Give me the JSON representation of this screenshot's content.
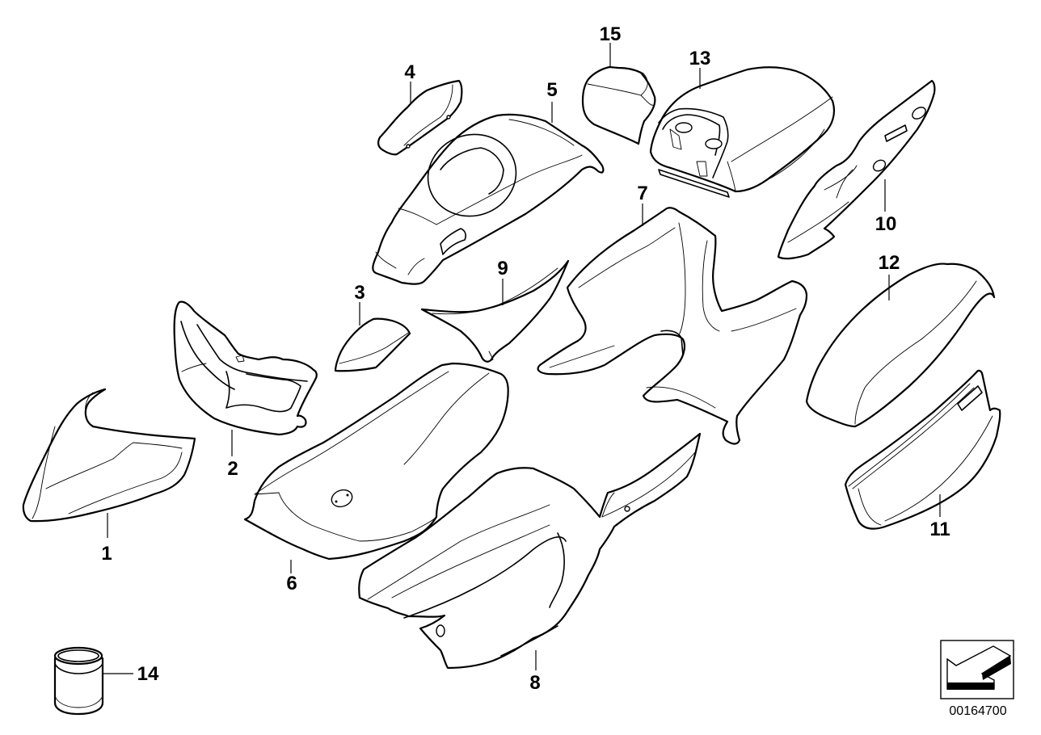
{
  "diagram": {
    "title": "Body panel parts exploded view",
    "document_number": "00164700",
    "orientation_icon": "arrow-down-left-icon",
    "callouts": [
      {
        "number": "1",
        "part": "front-fairing-cover"
      },
      {
        "number": "2",
        "part": "headlight-frame"
      },
      {
        "number": "3",
        "part": "small-trim-cover"
      },
      {
        "number": "4",
        "part": "tank-side-strip"
      },
      {
        "number": "5",
        "part": "tank-cover"
      },
      {
        "number": "6",
        "part": "side-panel-left"
      },
      {
        "number": "7",
        "part": "center-frame-cover"
      },
      {
        "number": "8",
        "part": "lower-side-panel"
      },
      {
        "number": "9",
        "part": "inner-side-trim"
      },
      {
        "number": "10",
        "part": "rear-side-trim"
      },
      {
        "number": "11",
        "part": "case-lid-trim"
      },
      {
        "number": "12",
        "part": "case-lid"
      },
      {
        "number": "13",
        "part": "seat-cover"
      },
      {
        "number": "14",
        "part": "paint-can"
      },
      {
        "number": "15",
        "part": "seat-pad"
      }
    ]
  }
}
